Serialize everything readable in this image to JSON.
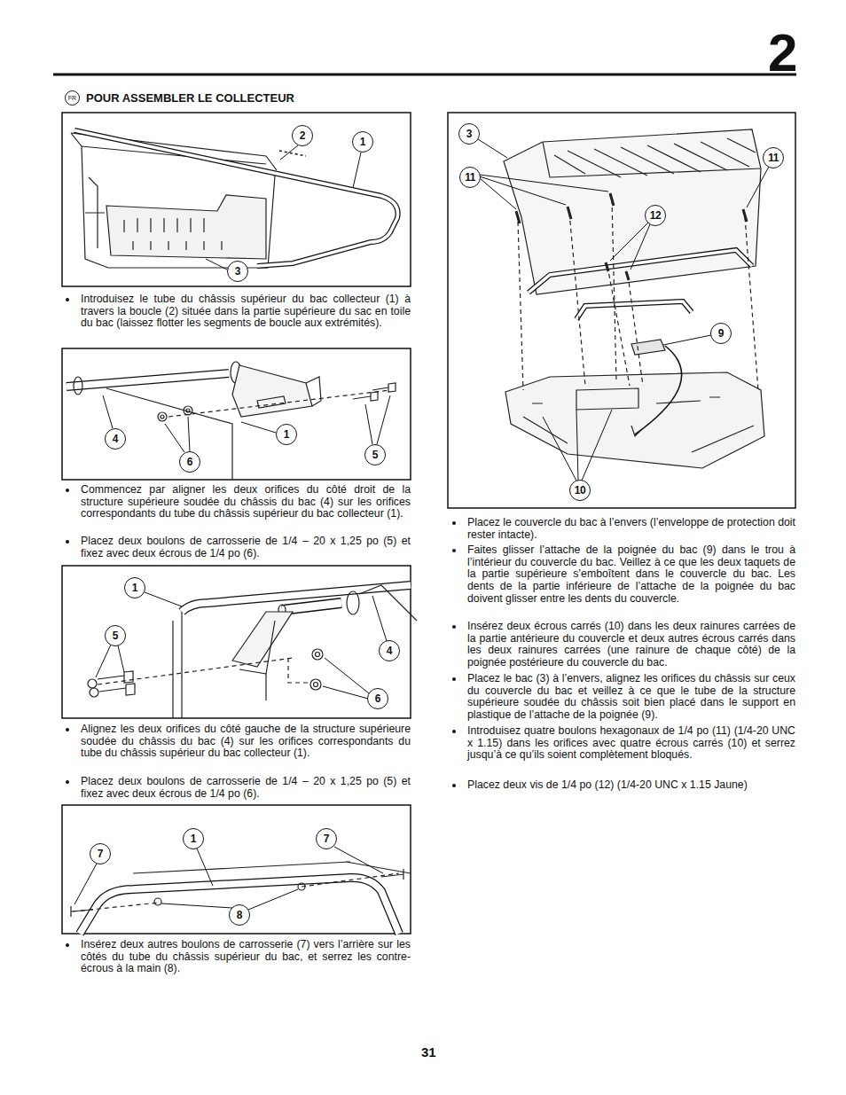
{
  "diagram": {
    "title": "POUR ASSEMBLER LE COLLECTEUR",
    "labels": [
      "2",
      "FR",
      "2",
      "1",
      "3",
      "Introduisez le tube du châssis supérieur du bac collecteur (1) à travers la boucle (2) située dans la partie supérieure du sac en toile du bac (laissez flotter les segments de boucle aux extrémités).",
      "4",
      "6",
      "1",
      "5",
      "Commencez par aligner les deux orifices du côté droit de la structure supérieure soudée du châssis du bac (4) sur les orifices correspondants du tube du châssis supérieur du bac collecteur (1).",
      "Placez deux boulons de carrosserie de 1/4 – 20 x 1,25 po (5) et fixez avec deux écrous de 1/4 po (6).",
      "1",
      "5",
      "4",
      "6",
      "Alignez les deux orifices du côté gauche de la structure supérieure soudée du châssis du bac (4) sur les orifices correspondants du tube du châssis supérieur du bac collecteur (1).",
      "Placez deux boulons de carrosserie de 1/4 – 20 x 1,25 po (5) et fixez avec deux écrous de 1/4 po (6).",
      "7",
      "1",
      "7",
      "8",
      "Insérez deux autres boulons de carrosserie (7) vers l’arrière sur les côtés du tube du châssis supérieur du bac, et serrez les contre-écrous à la main (8).",
      "3",
      "11",
      "11",
      "12",
      "9",
      "10",
      "Placez le couvercle du bac à l’envers (l’enveloppe de protection doit rester intacte).",
      "Faites glisser l’attache de la poignée du bac (9) dans le trou à l’intérieur du couvercle du bac. Veillez à ce que les deux taquets de la partie supérieure s’emboîtent dans le couvercle du bac. Les dents de la partie inférieure de l’attache de la poignée du bac doivent glisser entre les dents du couvercle.",
      "Insérez deux écrous carrés (10) dans les deux rainures carrées de la partie antérieure du couvercle et deux autres écrous carrés dans les deux rainures carrées (une rainure de chaque côté) de la poignée postérieure du couvercle du bac.",
      "Placez le bac (3) à l’envers, alignez les orifices du châssis sur ceux du couvercle du bac et veillez à ce que le tube de la structure supérieure soudée du châssis soit bien placé dans le support en plastique de l’attache de la poignée (9).",
      "Introduisez quatre boulons hexagonaux de 1/4 po (11) (1/4-20 UNC x 1.15) dans les orifices avec quatre écrous carrés (10) et serrez jusqu’à ce qu’ils soient complètement bloqués.",
      "Placez deux vis de 1/4 po (12) (1/4-20 UNC x 1.15 Jaune)",
      "31"
    ]
  }
}
